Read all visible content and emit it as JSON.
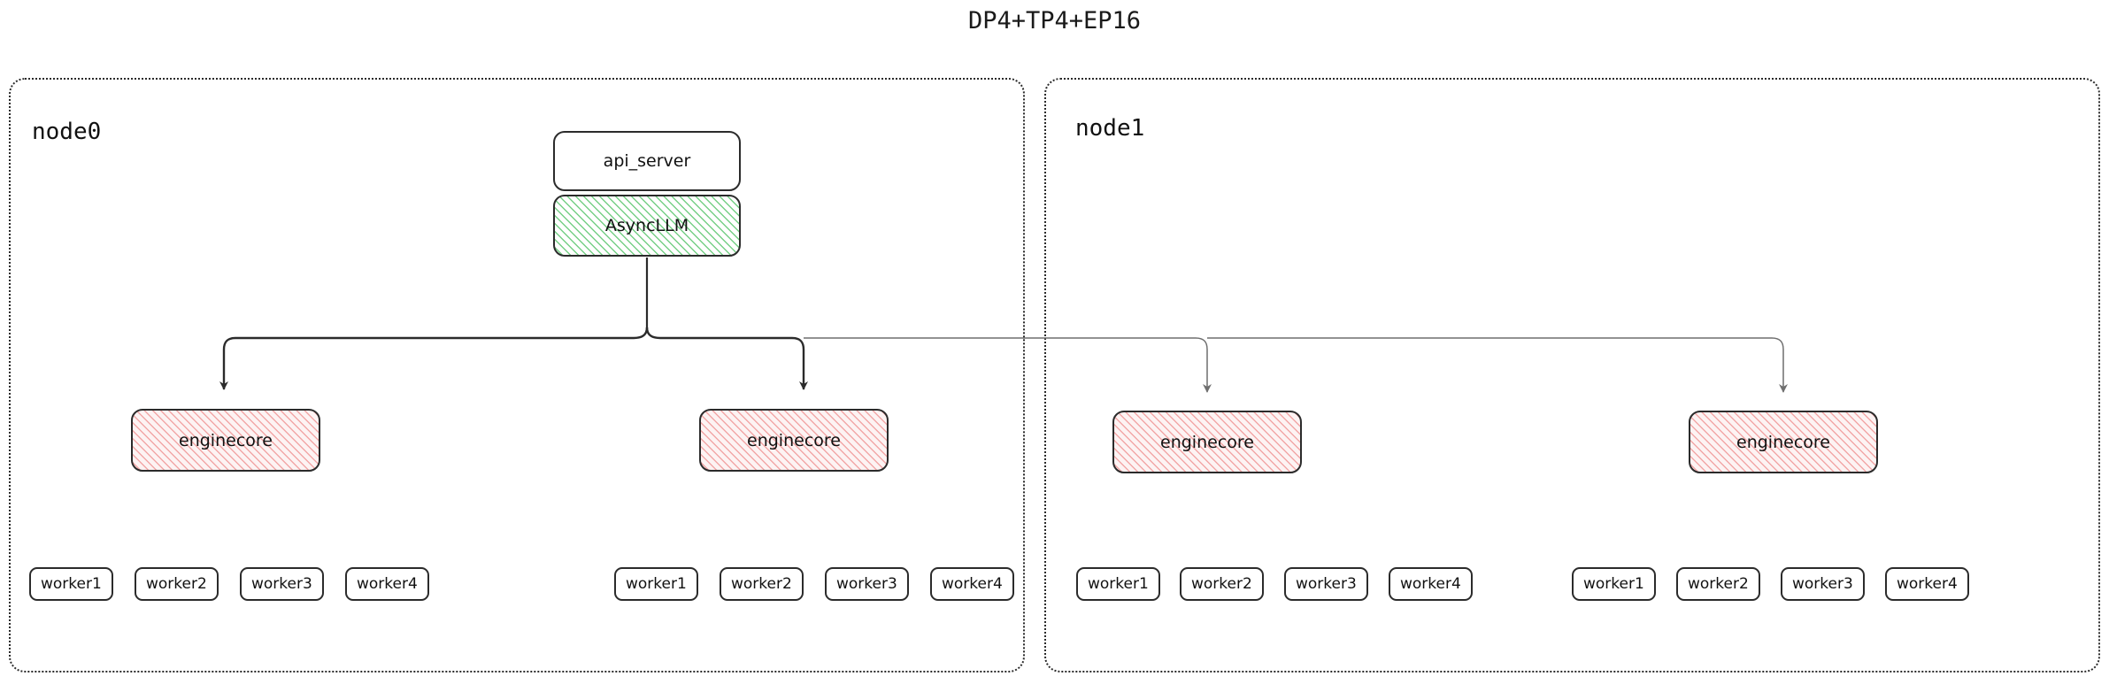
{
  "title": "DP4+TP4+EP16",
  "colors": {
    "stroke_dark": "#2b2b2b",
    "stroke_light": "#6f6f6f",
    "asyncllm_hatch": "#76cf86",
    "enginecore_hatch": "#f2a7a7",
    "enginecore_fill": "#fdf3f3",
    "background": "#ffffff"
  },
  "root": {
    "api_server": {
      "label": "api_server"
    },
    "async_llm": {
      "label": "AsyncLLM"
    }
  },
  "nodes": [
    {
      "id": "node0",
      "label": "node0",
      "engines": [
        {
          "label": "enginecore",
          "workers": [
            {
              "label": "worker1"
            },
            {
              "label": "worker2"
            },
            {
              "label": "worker3"
            },
            {
              "label": "worker4"
            }
          ]
        },
        {
          "label": "enginecore",
          "workers": [
            {
              "label": "worker1"
            },
            {
              "label": "worker2"
            },
            {
              "label": "worker3"
            },
            {
              "label": "worker4"
            }
          ]
        }
      ]
    },
    {
      "id": "node1",
      "label": "node1",
      "engines": [
        {
          "label": "enginecore",
          "workers": [
            {
              "label": "worker1"
            },
            {
              "label": "worker2"
            },
            {
              "label": "worker3"
            },
            {
              "label": "worker4"
            }
          ]
        },
        {
          "label": "enginecore",
          "workers": [
            {
              "label": "worker1"
            },
            {
              "label": "worker2"
            },
            {
              "label": "worker3"
            },
            {
              "label": "worker4"
            }
          ]
        }
      ]
    }
  ]
}
